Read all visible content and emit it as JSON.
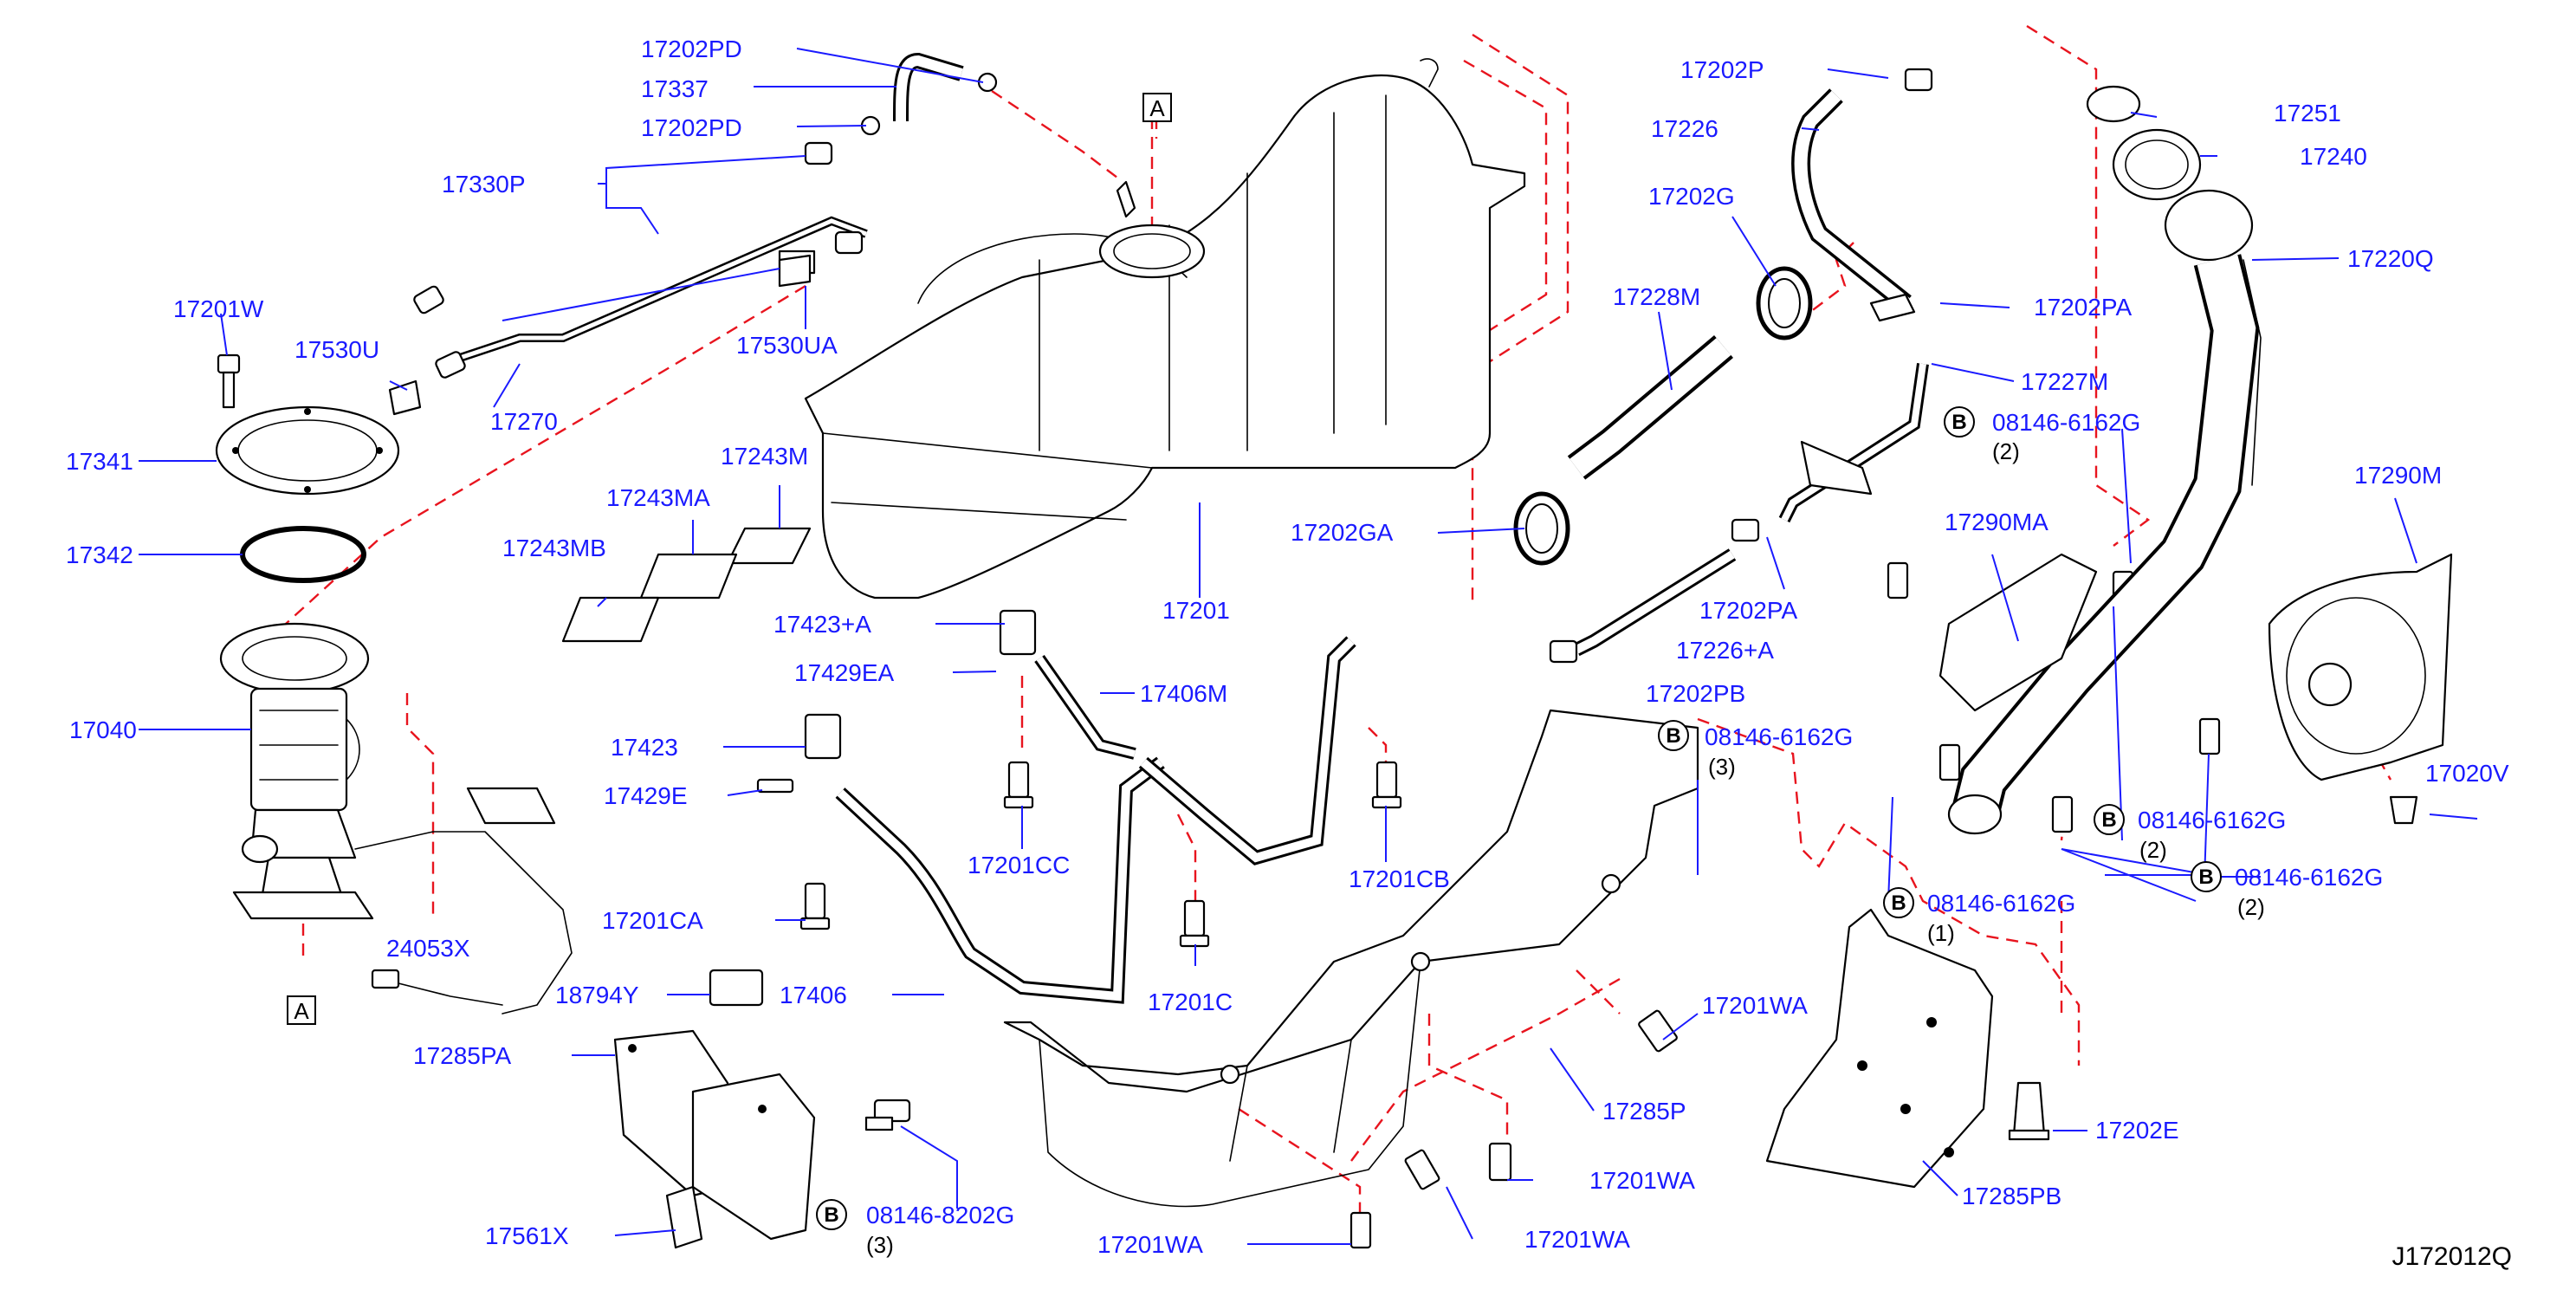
{
  "diagram_code": "J172012Q",
  "ref_marker_a": "A",
  "bolt_marker": "B",
  "labels": {
    "p17202PD_top": "17202PD",
    "p17337": "17337",
    "p17202PD_mid": "17202PD",
    "p17330P": "17330P",
    "p17201W": "17201W",
    "p17530U": "17530U",
    "p17530UA": "17530UA",
    "p17270": "17270",
    "p17341": "17341",
    "p17342": "17342",
    "p17243M": "17243M",
    "p17243MA": "17243MA",
    "p17243MB": "17243MB",
    "p17040": "17040",
    "p17201": "17201",
    "p17423A": "17423+A",
    "p17429EA": "17429EA",
    "p17406M": "17406M",
    "p17423": "17423",
    "p17429E": "17429E",
    "p17201CA": "17201CA",
    "p17201CC": "17201CC",
    "p17201CB": "17201CB",
    "p24053X": "24053X",
    "p18794Y": "18794Y",
    "p17406": "17406",
    "p17201C": "17201C",
    "p17285PA": "17285PA",
    "p08146_8202G": "08146-8202G",
    "p17561X": "17561X",
    "p17201WA_bottom": "17201WA",
    "p17201WA_b2": "17201WA",
    "p17201WA_b3": "17201WA",
    "p17201WA_side": "17201WA",
    "p17285P": "17285P",
    "p17202P": "17202P",
    "p17226": "17226",
    "p17202G": "17202G",
    "p17228M": "17228M",
    "p17202GA": "17202GA",
    "p17202PA_top": "17202PA",
    "p17227M": "17227M",
    "p08146_6162G_a": "08146-6162G",
    "p17202PA_mid": "17202PA",
    "p17226A": "17226+A",
    "p17202PB": "17202PB",
    "p08146_6162G_b": "08146-6162G",
    "p17251": "17251",
    "p17240": "17240",
    "p17220Q": "17220Q",
    "p17290MA": "17290MA",
    "p17290M": "17290M",
    "p17020V": "17020V",
    "p08146_6162G_c": "08146-6162G",
    "p08146_6162G_d": "08146-6162G",
    "p08146_6162G_e": "08146-6162G",
    "p17202E": "17202E",
    "p17285PB": "17285PB"
  },
  "quantities": {
    "q_8202G": "(3)",
    "q_6162G_a": "(2)",
    "q_6162G_b": "(3)",
    "q_6162G_c": "(2)",
    "q_6162G_d": "(2)",
    "q_6162G_e": "(1)"
  },
  "colors": {
    "label": "#1a1aff",
    "dash_line": "#e8141e",
    "part_stroke": "#000000",
    "background": "#ffffff"
  }
}
